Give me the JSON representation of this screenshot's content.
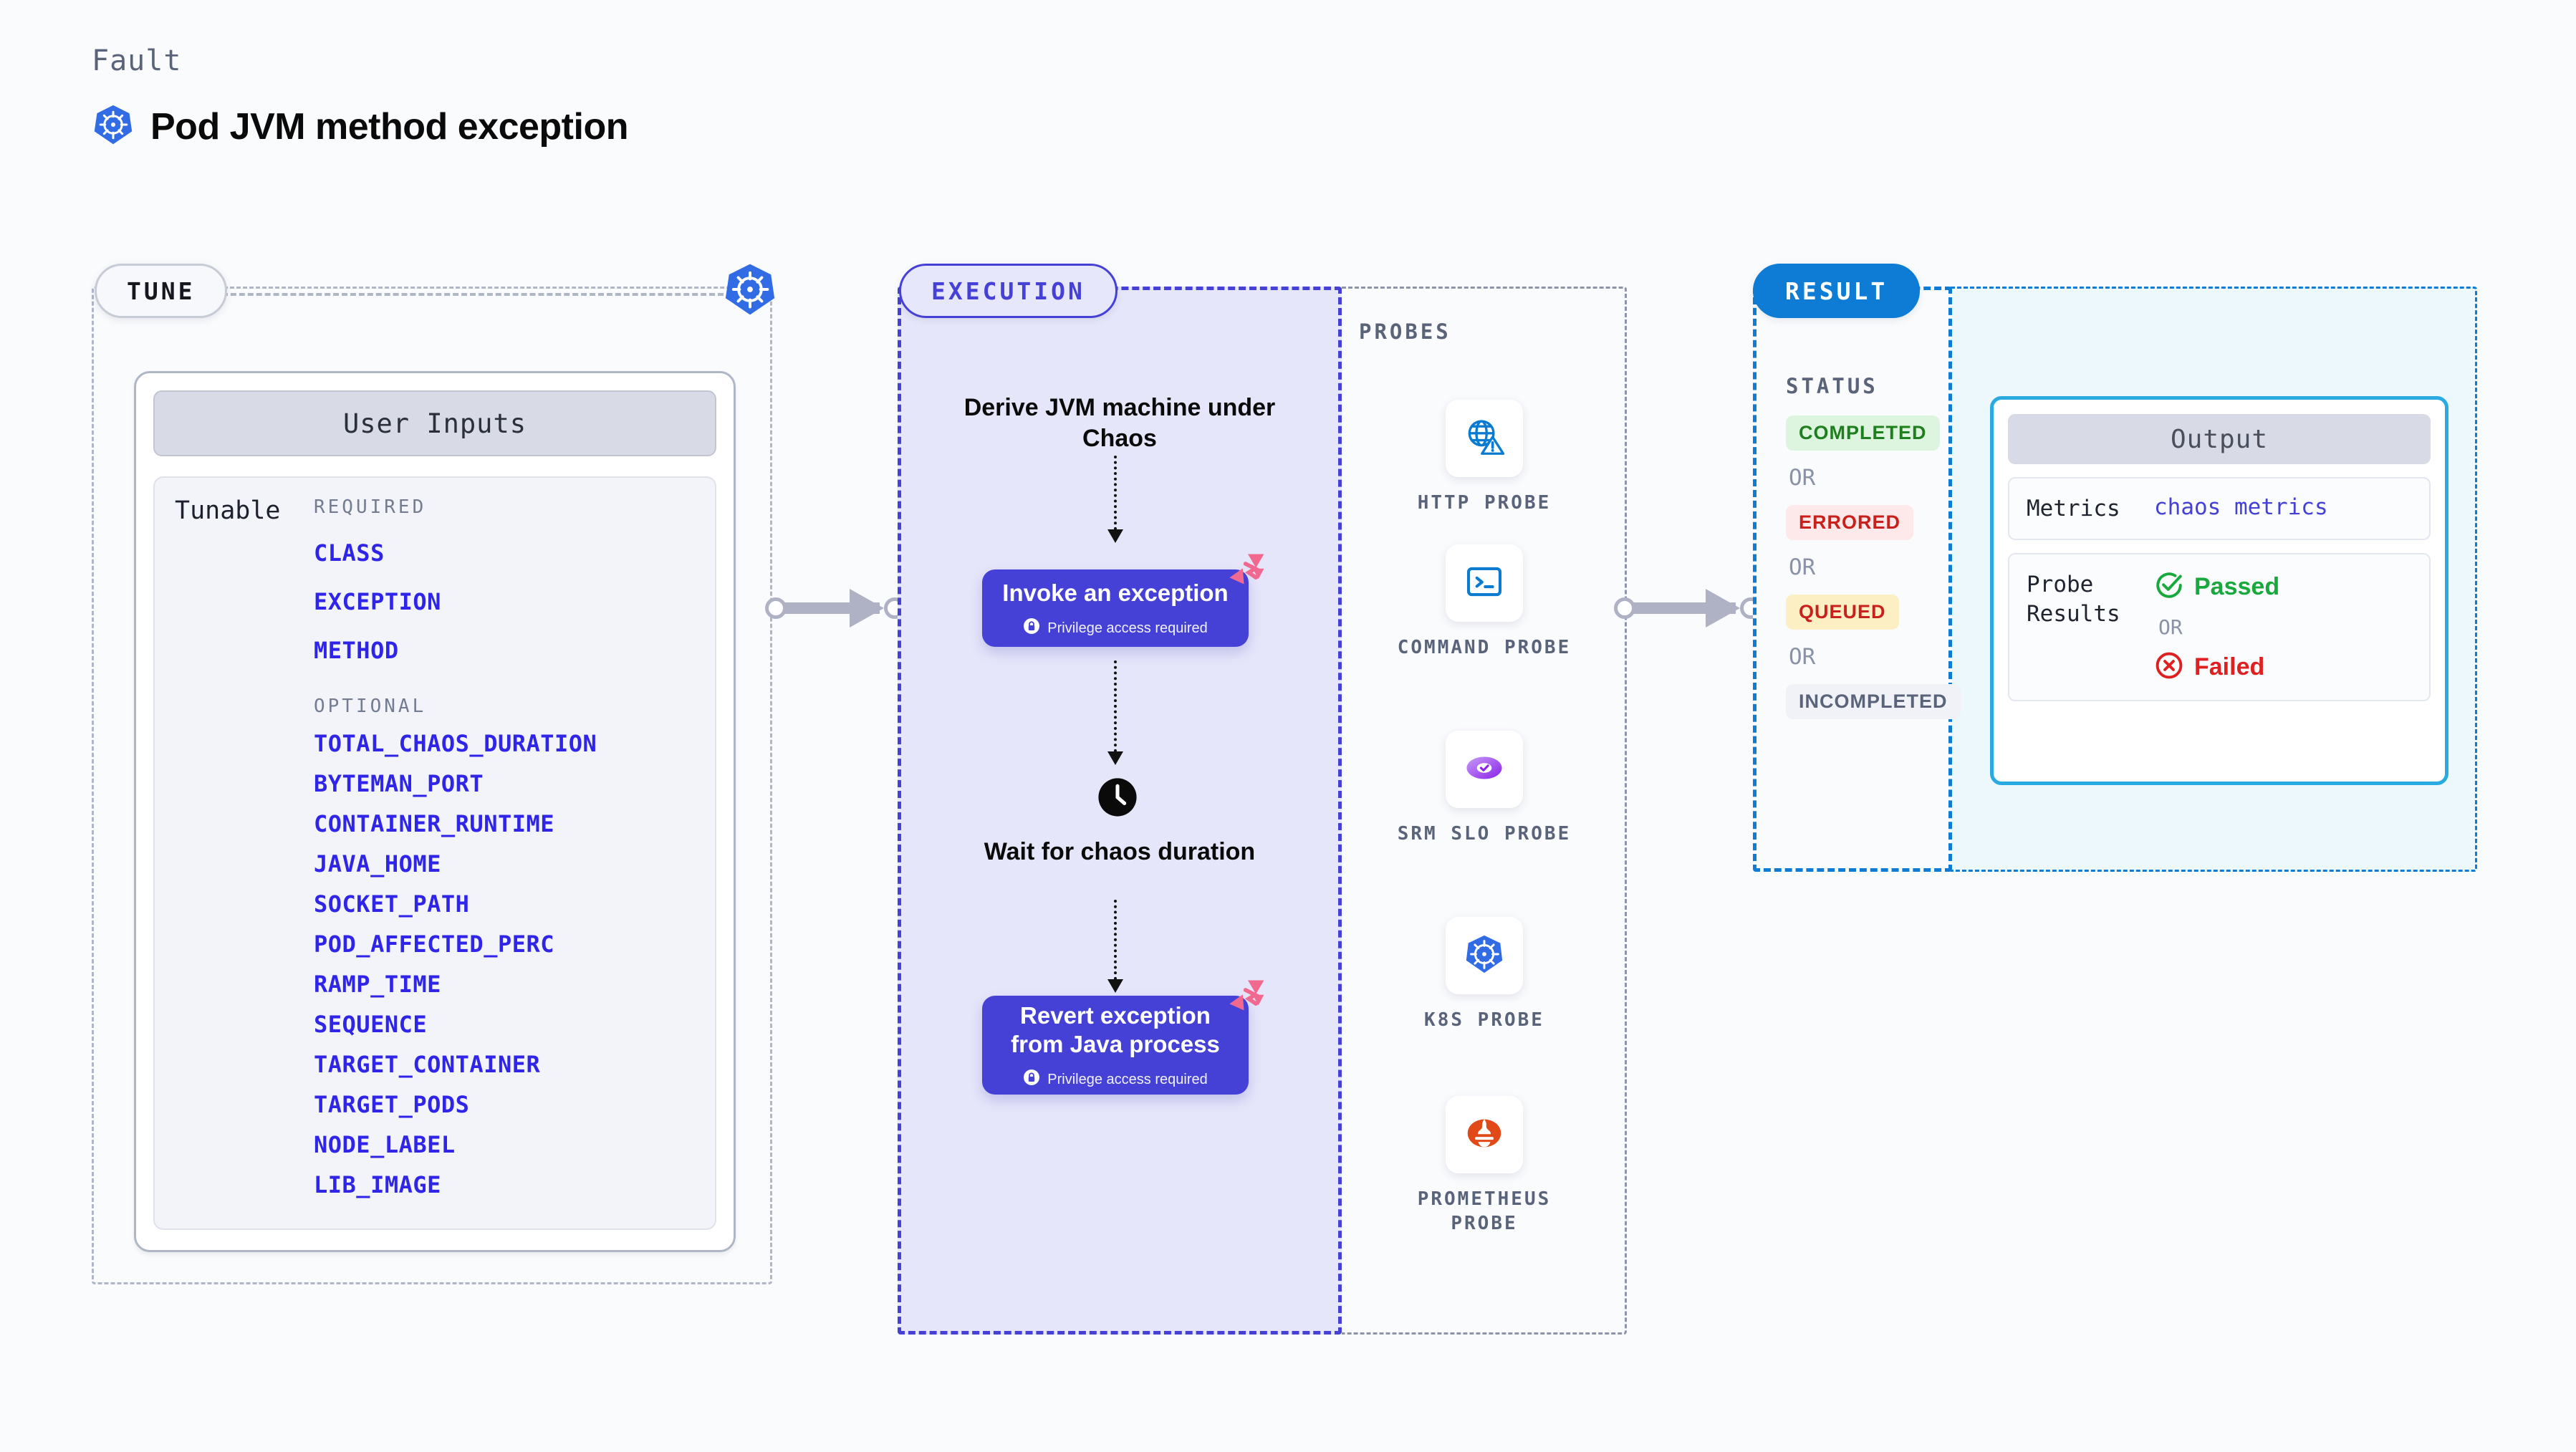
{
  "header": {
    "eyebrow": "Fault",
    "title": "Pod JVM method exception",
    "icon": "kubernetes-icon"
  },
  "colors": {
    "accent_purple": "#4541D6",
    "accent_blue": "#0E7CD4",
    "accent_cyan": "#29ABE2",
    "litmus_pink": "#F2698F",
    "param_blue": "#2F25E8",
    "muted_text": "#59637A",
    "execution_bg": "#E6E6FA",
    "output_bg": "#EDF8FD"
  },
  "tune": {
    "chip_label": "TUNE",
    "badge_icon": "kubernetes-icon",
    "card_title": "User Inputs",
    "tunable_label": "Tunable",
    "required_heading": "REQUIRED",
    "required": [
      "CLASS",
      "EXCEPTION",
      "METHOD"
    ],
    "optional_heading": "OPTIONAL",
    "optional": [
      "TOTAL_CHAOS_DURATION",
      "BYTEMAN_PORT",
      "CONTAINER_RUNTIME",
      "JAVA_HOME",
      "SOCKET_PATH",
      "POD_AFFECTED_PERC",
      "RAMP_TIME",
      "SEQUENCE",
      "TARGET_CONTAINER",
      "TARGET_PODS",
      "NODE_LABEL",
      "LIB_IMAGE"
    ]
  },
  "execution": {
    "chip_label": "EXECUTION",
    "steps": [
      {
        "kind": "text",
        "label": "Derive JVM machine under Chaos"
      },
      {
        "kind": "box",
        "label": "Invoke an exception",
        "privilege_note": "Privilege access required",
        "privilege_icon": "lock-icon",
        "badge_icon": "litmus-icon"
      },
      {
        "kind": "text",
        "label": "Wait for chaos duration",
        "icon": "clock-icon"
      },
      {
        "kind": "box",
        "label": "Revert exception from Java process",
        "privilege_note": "Privilege access required",
        "privilege_icon": "lock-icon",
        "badge_icon": "litmus-icon"
      }
    ]
  },
  "probes": {
    "heading": "PROBES",
    "items": [
      {
        "label": "HTTP PROBE",
        "icon": "globe-warning-icon"
      },
      {
        "label": "COMMAND PROBE",
        "icon": "terminal-icon"
      },
      {
        "label": "SRM SLO PROBE",
        "icon": "srm-slo-icon"
      },
      {
        "label": "K8S PROBE",
        "icon": "kubernetes-icon"
      },
      {
        "label": "PROMETHEUS PROBE",
        "icon": "prometheus-icon"
      }
    ]
  },
  "result": {
    "chip_label": "RESULT",
    "status_heading": "STATUS",
    "or_label": "OR",
    "statuses": [
      {
        "label": "COMPLETED",
        "bg": "#DDF5DF",
        "fg": "#1E7F1E"
      },
      {
        "label": "ERRORED",
        "bg": "#FDE9E9",
        "fg": "#C9201C"
      },
      {
        "label": "QUEUED",
        "bg": "#FCEFC4",
        "fg": "#C9201C"
      },
      {
        "label": "INCOMPLETED",
        "bg": "#F0F2F7",
        "fg": "#59637A"
      }
    ]
  },
  "output": {
    "title": "Output",
    "rows": [
      {
        "key": "Metrics",
        "value": "chaos metrics"
      },
      {
        "key": "Probe Results"
      }
    ],
    "probe_results": {
      "passed_label": "Passed",
      "passed_icon": "check-circle-icon",
      "or_label": "OR",
      "failed_label": "Failed",
      "failed_icon": "x-circle-icon"
    }
  },
  "connectors": {
    "tune_to_execution": "arrow-right",
    "probes_to_result": "arrow-right"
  }
}
